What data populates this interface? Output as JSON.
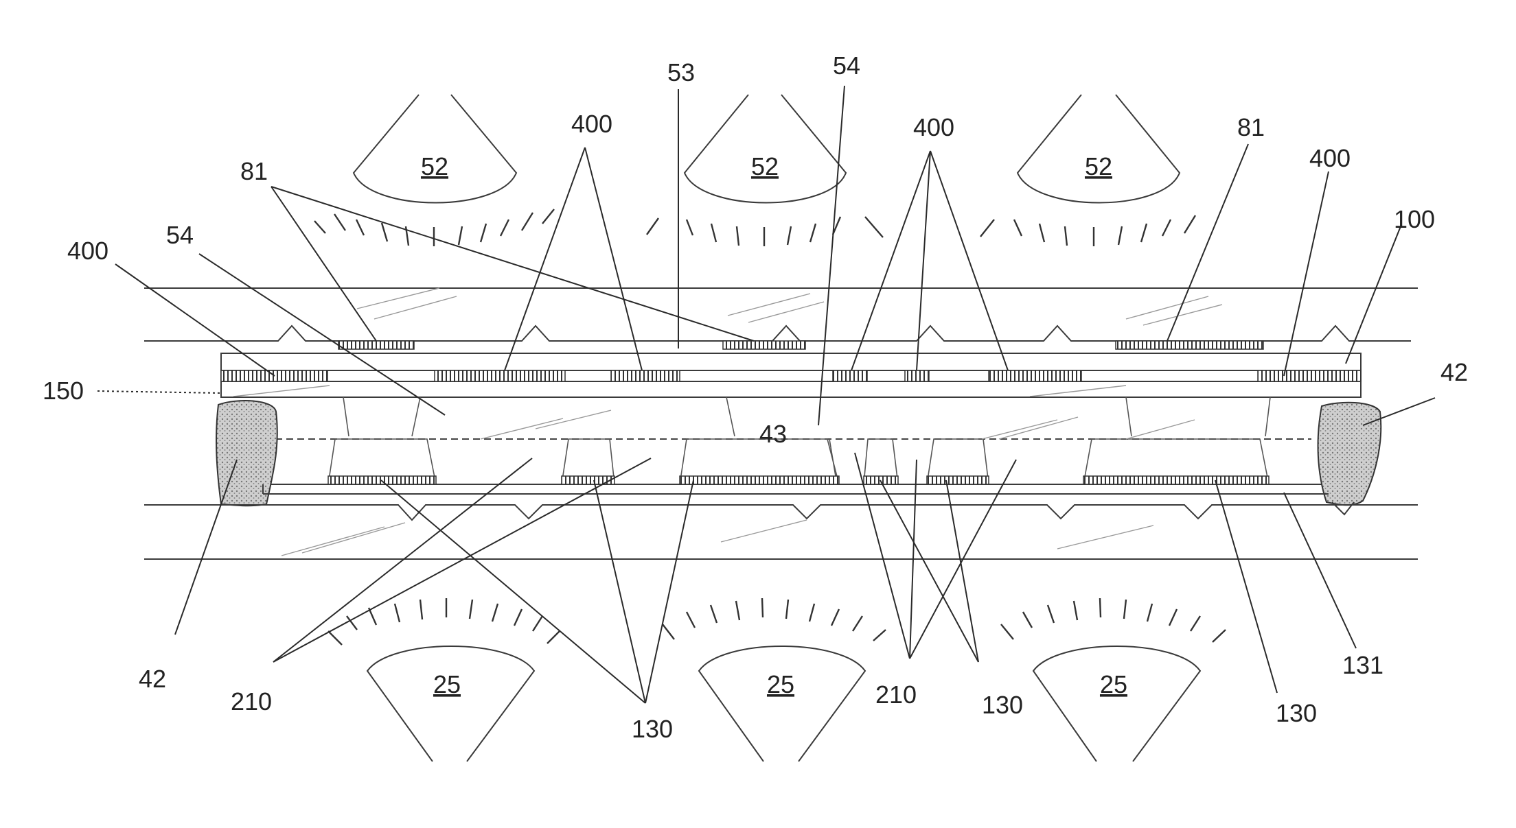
{
  "labels": {
    "emitters_top": [
      {
        "key": "top-1",
        "text": "52"
      },
      {
        "key": "top-2",
        "text": "52"
      },
      {
        "key": "top-3",
        "text": "52"
      }
    ],
    "emitters_bottom": [
      {
        "key": "bottom-1",
        "text": "25"
      },
      {
        "key": "bottom-2",
        "text": "25"
      },
      {
        "key": "bottom-3",
        "text": "25"
      }
    ],
    "callouts": [
      {
        "key": "c53",
        "text": "53"
      },
      {
        "key": "c54-top",
        "text": "54"
      },
      {
        "key": "c400-a",
        "text": "400"
      },
      {
        "key": "c400-b",
        "text": "400"
      },
      {
        "key": "c81-left",
        "text": "81"
      },
      {
        "key": "c81-right",
        "text": "81"
      },
      {
        "key": "c400-c",
        "text": "400"
      },
      {
        "key": "c100",
        "text": "100"
      },
      {
        "key": "c400-left",
        "text": "400"
      },
      {
        "key": "c54-left",
        "text": "54"
      },
      {
        "key": "c150",
        "text": "150"
      },
      {
        "key": "c42-right",
        "text": "42"
      },
      {
        "key": "c43",
        "text": "43"
      },
      {
        "key": "c42-left",
        "text": "42"
      },
      {
        "key": "c210-left",
        "text": "210"
      },
      {
        "key": "c130-mid",
        "text": "130"
      },
      {
        "key": "c210-mid",
        "text": "210"
      },
      {
        "key": "c130-right",
        "text": "130"
      },
      {
        "key": "c130-far",
        "text": "130"
      },
      {
        "key": "c131",
        "text": "131"
      }
    ]
  }
}
